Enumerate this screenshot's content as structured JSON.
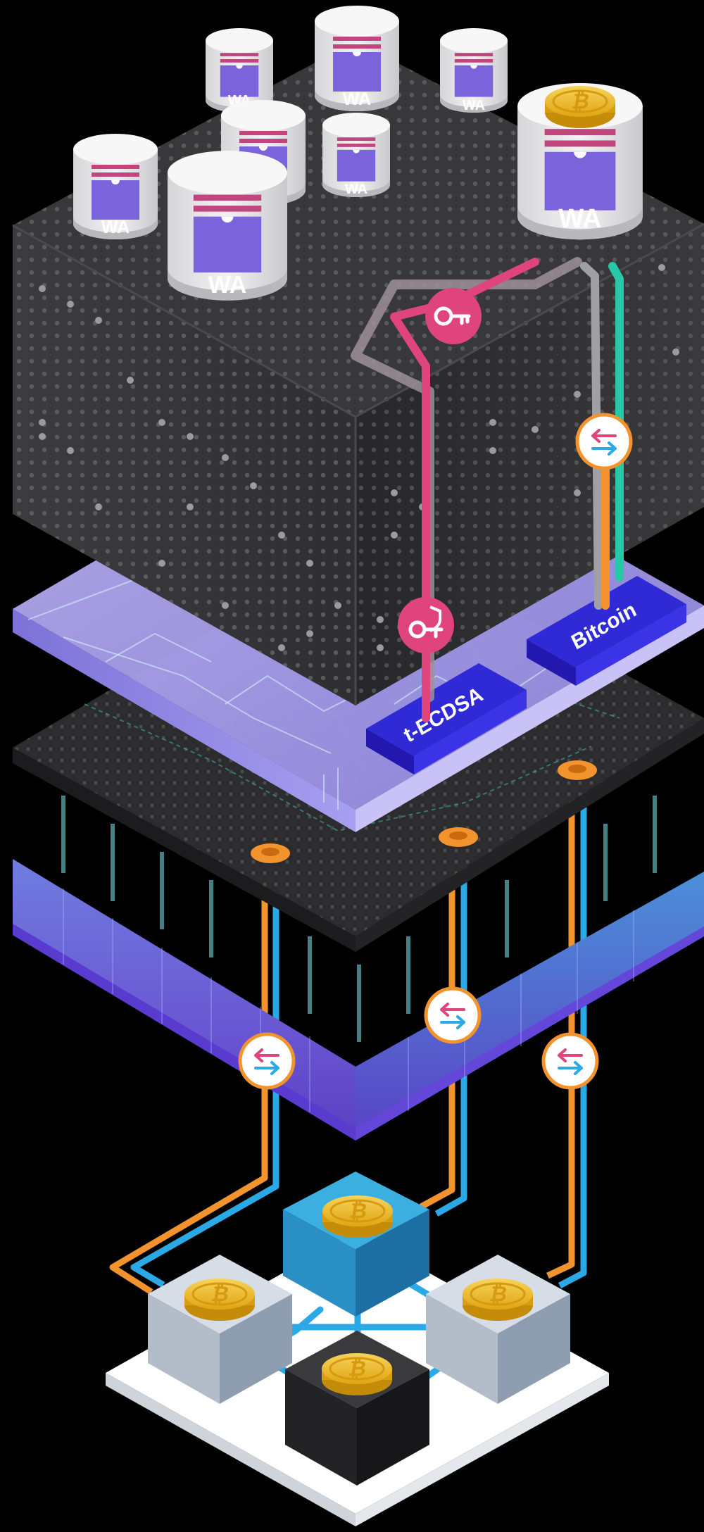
{
  "diagram": {
    "canister_label": "WA",
    "tecdsa_label": "t-ECDSA",
    "bitcoin_label": "Bitcoin",
    "icons": {
      "key": "key-icon",
      "signature_key": "signature-key-icon",
      "exchange": "exchange-arrows-icon",
      "coin": "bitcoin-coin-icon"
    },
    "colors": {
      "background": "#000000",
      "canister_label_bg": "#7b63dc",
      "canister_stripe": "#c1467e",
      "pink_line": "#e0447d",
      "orange_line": "#f2932d",
      "teal_line": "#27c8a8",
      "blue_line": "#2aa9e6",
      "coin": "#f2c234",
      "subnet_tile": "#2f2ad6"
    }
  }
}
